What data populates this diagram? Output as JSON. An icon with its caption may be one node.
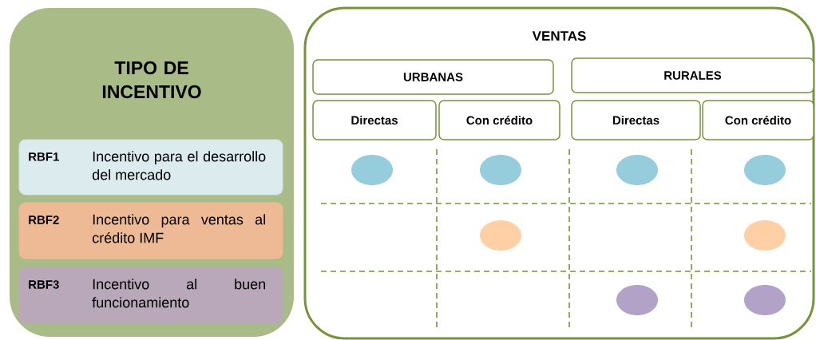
{
  "diagram": {
    "nodes": [
      {
        "text": [
          "TIPO DE INCENTIVO"
        ]
      },
      {
        "text": [
          "RBF1",
          "Incentivo para el desarrollo del mercado"
        ],
        "in": 0
      },
      {
        "text": [
          "RBF2",
          "Incentivo para ventas al crédito IMF"
        ],
        "in": 0
      },
      {
        "text": [
          "RBF3",
          "Incentivo al buen funcionamiento"
        ],
        "in": 0
      },
      {
        "text": [
          "VENTAS"
        ]
      },
      {
        "text": [
          "URBANAS"
        ],
        "in": 4
      },
      {
        "text": [
          "RURALES"
        ],
        "in": 4
      },
      {
        "text": [
          "Directas"
        ],
        "in": 4
      },
      {
        "text": [
          "Con crédito"
        ],
        "in": 4
      },
      {
        "text": [
          "Directas"
        ],
        "in": 4
      },
      {
        "text": [
          "Con crédito"
        ],
        "in": 4
      },
      {
        "text": [],
        "shape": "ellipse",
        "in": 4
      },
      {
        "text": [],
        "shape": "ellipse",
        "in": 4
      },
      {
        "text": [],
        "shape": "ellipse",
        "in": 4
      },
      {
        "text": [],
        "shape": "ellipse",
        "in": 4
      },
      {
        "text": [],
        "shape": "ellipse",
        "in": 4
      },
      {
        "text": [],
        "shape": "ellipse",
        "in": 4
      },
      {
        "text": [],
        "shape": "ellipse",
        "in": 4
      },
      {
        "text": [],
        "shape": "ellipse",
        "in": 4
      }
    ]
  }
}
